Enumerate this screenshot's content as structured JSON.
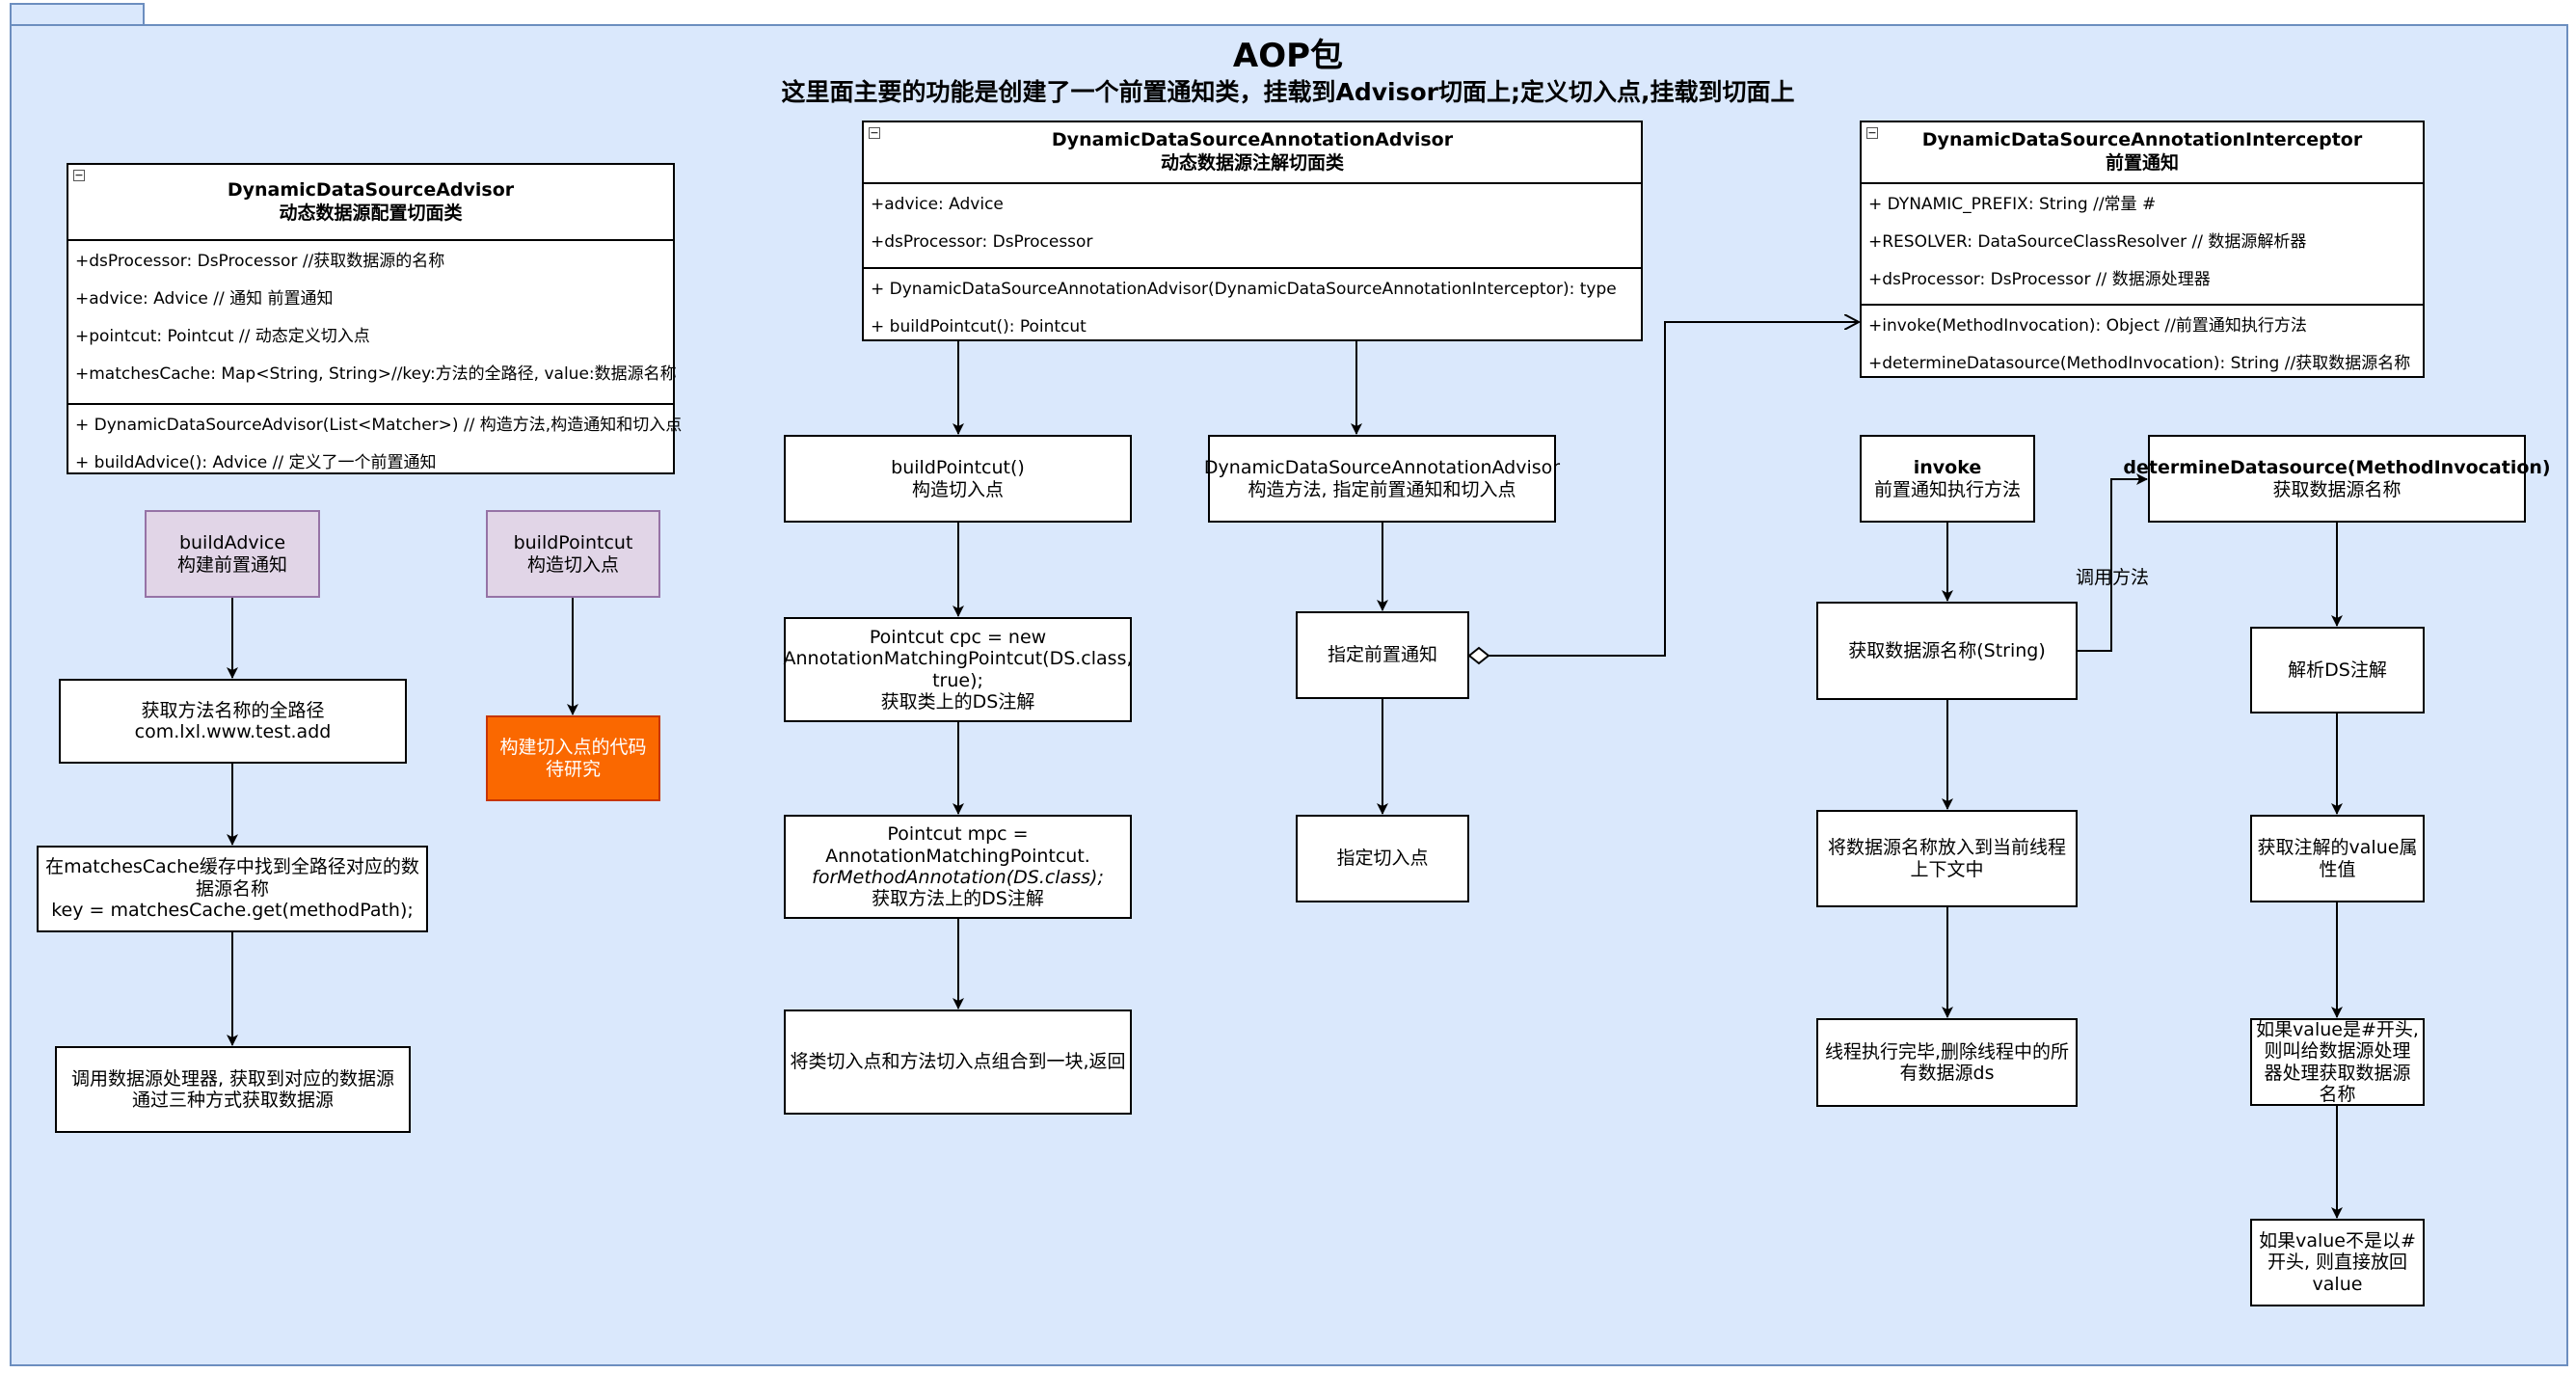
{
  "diagram": {
    "title": "AOP包",
    "subtitle": "这里面主要的功能是创建了一个前置通知类，挂载到Advisor切面上;定义切入点,挂载到切面上",
    "collapse_glyph": "−",
    "classes": {
      "advisor": {
        "name": "DynamicDataSourceAdvisor",
        "desc": "动态数据源配置切面类",
        "fields": [
          "+dsProcessor: DsProcessor  //获取数据源的名称",
          "+advice: Advice  // 通知  前置通知",
          "+pointcut: Pointcut  // 动态定义切入点",
          "+matchesCache: Map<String, String>//key:方法的全路径, value:数据源名称"
        ],
        "methods": [
          "+ DynamicDataSourceAdvisor(List<Matcher>) // 构造方法,构造通知和切入点",
          "+ buildAdvice(): Advice // 定义了一个前置通知"
        ]
      },
      "annotation_advisor": {
        "name": "DynamicDataSourceAnnotationAdvisor",
        "desc": "动态数据源注解切面类",
        "fields": [
          "+advice: Advice",
          "+dsProcessor: DsProcessor"
        ],
        "methods": [
          "+ DynamicDataSourceAnnotationAdvisor(DynamicDataSourceAnnotationInterceptor): type",
          "+ buildPointcut(): Pointcut"
        ]
      },
      "interceptor": {
        "name": "DynamicDataSourceAnnotationInterceptor",
        "desc": "前置通知",
        "fields": [
          "+ DYNAMIC_PREFIX: String  //常量 #",
          "+RESOLVER: DataSourceClassResolver // 数据源解析器",
          "+dsProcessor: DsProcessor // 数据源处理器"
        ],
        "methods": [
          "+invoke(MethodInvocation): Object //前置通知执行方法",
          "+determineDatasource(MethodInvocation):  String  //获取数据源名称"
        ]
      }
    },
    "left_flow": {
      "build_advice": {
        "name": "buildAdvice",
        "desc": "构建前置通知"
      },
      "build_pointcut": {
        "name": "buildPointcut",
        "desc": "构造切入点"
      },
      "pointcut_todo": "构建切入点的代码待研究",
      "get_path": {
        "line1": "获取方法名称的全路径",
        "line2": "com.lxl.www.test.add"
      },
      "find_cache": {
        "line1": "在matchesCache缓存中找到全路径对应的数据源名称",
        "line2": "key = matchesCache.get(methodPath);"
      },
      "call_processor": "调用数据源处理器, 获取到对应的数据源 通过三种方式获取数据源"
    },
    "middle_flow": {
      "build_pointcut": {
        "name": "buildPointcut()",
        "desc": "构造切入点"
      },
      "cpc": {
        "code": "Pointcut cpc = new AnnotationMatchingPointcut(DS.class, true);",
        "desc": "获取类上的DS注解"
      },
      "mpc": {
        "line1": "Pointcut mpc = AnnotationMatchingPointcut.",
        "line2": "forMethodAnnotation(DS.class);",
        "desc": "获取方法上的DS注解"
      },
      "combine": "将类切入点和方法切入点组合到一块,返回",
      "ctor": {
        "name": "DynamicDataSourceAnnotationAdvisor",
        "desc": "构造方法, 指定前置通知和切入点"
      },
      "set_advice": "指定前置通知",
      "set_pointcut": "指定切入点"
    },
    "right_flow": {
      "invoke": {
        "name": "invoke",
        "desc": "前置通知执行方法"
      },
      "get_name": "获取数据源名称(String)",
      "call_label": "调用方法",
      "put_ctx": "将数据源名称放入到当前线程上下文中",
      "clear": "线程执行完毕,删除线程中的所有数据源ds",
      "determine": {
        "name": "determineDatasource(MethodInvocation)",
        "desc": "获取数据源名称"
      },
      "parse_ds": "解析DS注解",
      "get_value": "获取注解的value属性值",
      "hash_case": "如果value是#开头, 则叫给数据源处理器处理获取数据源名称",
      "plain_case": "如果value不是以#开头, 则直接放回value"
    }
  }
}
